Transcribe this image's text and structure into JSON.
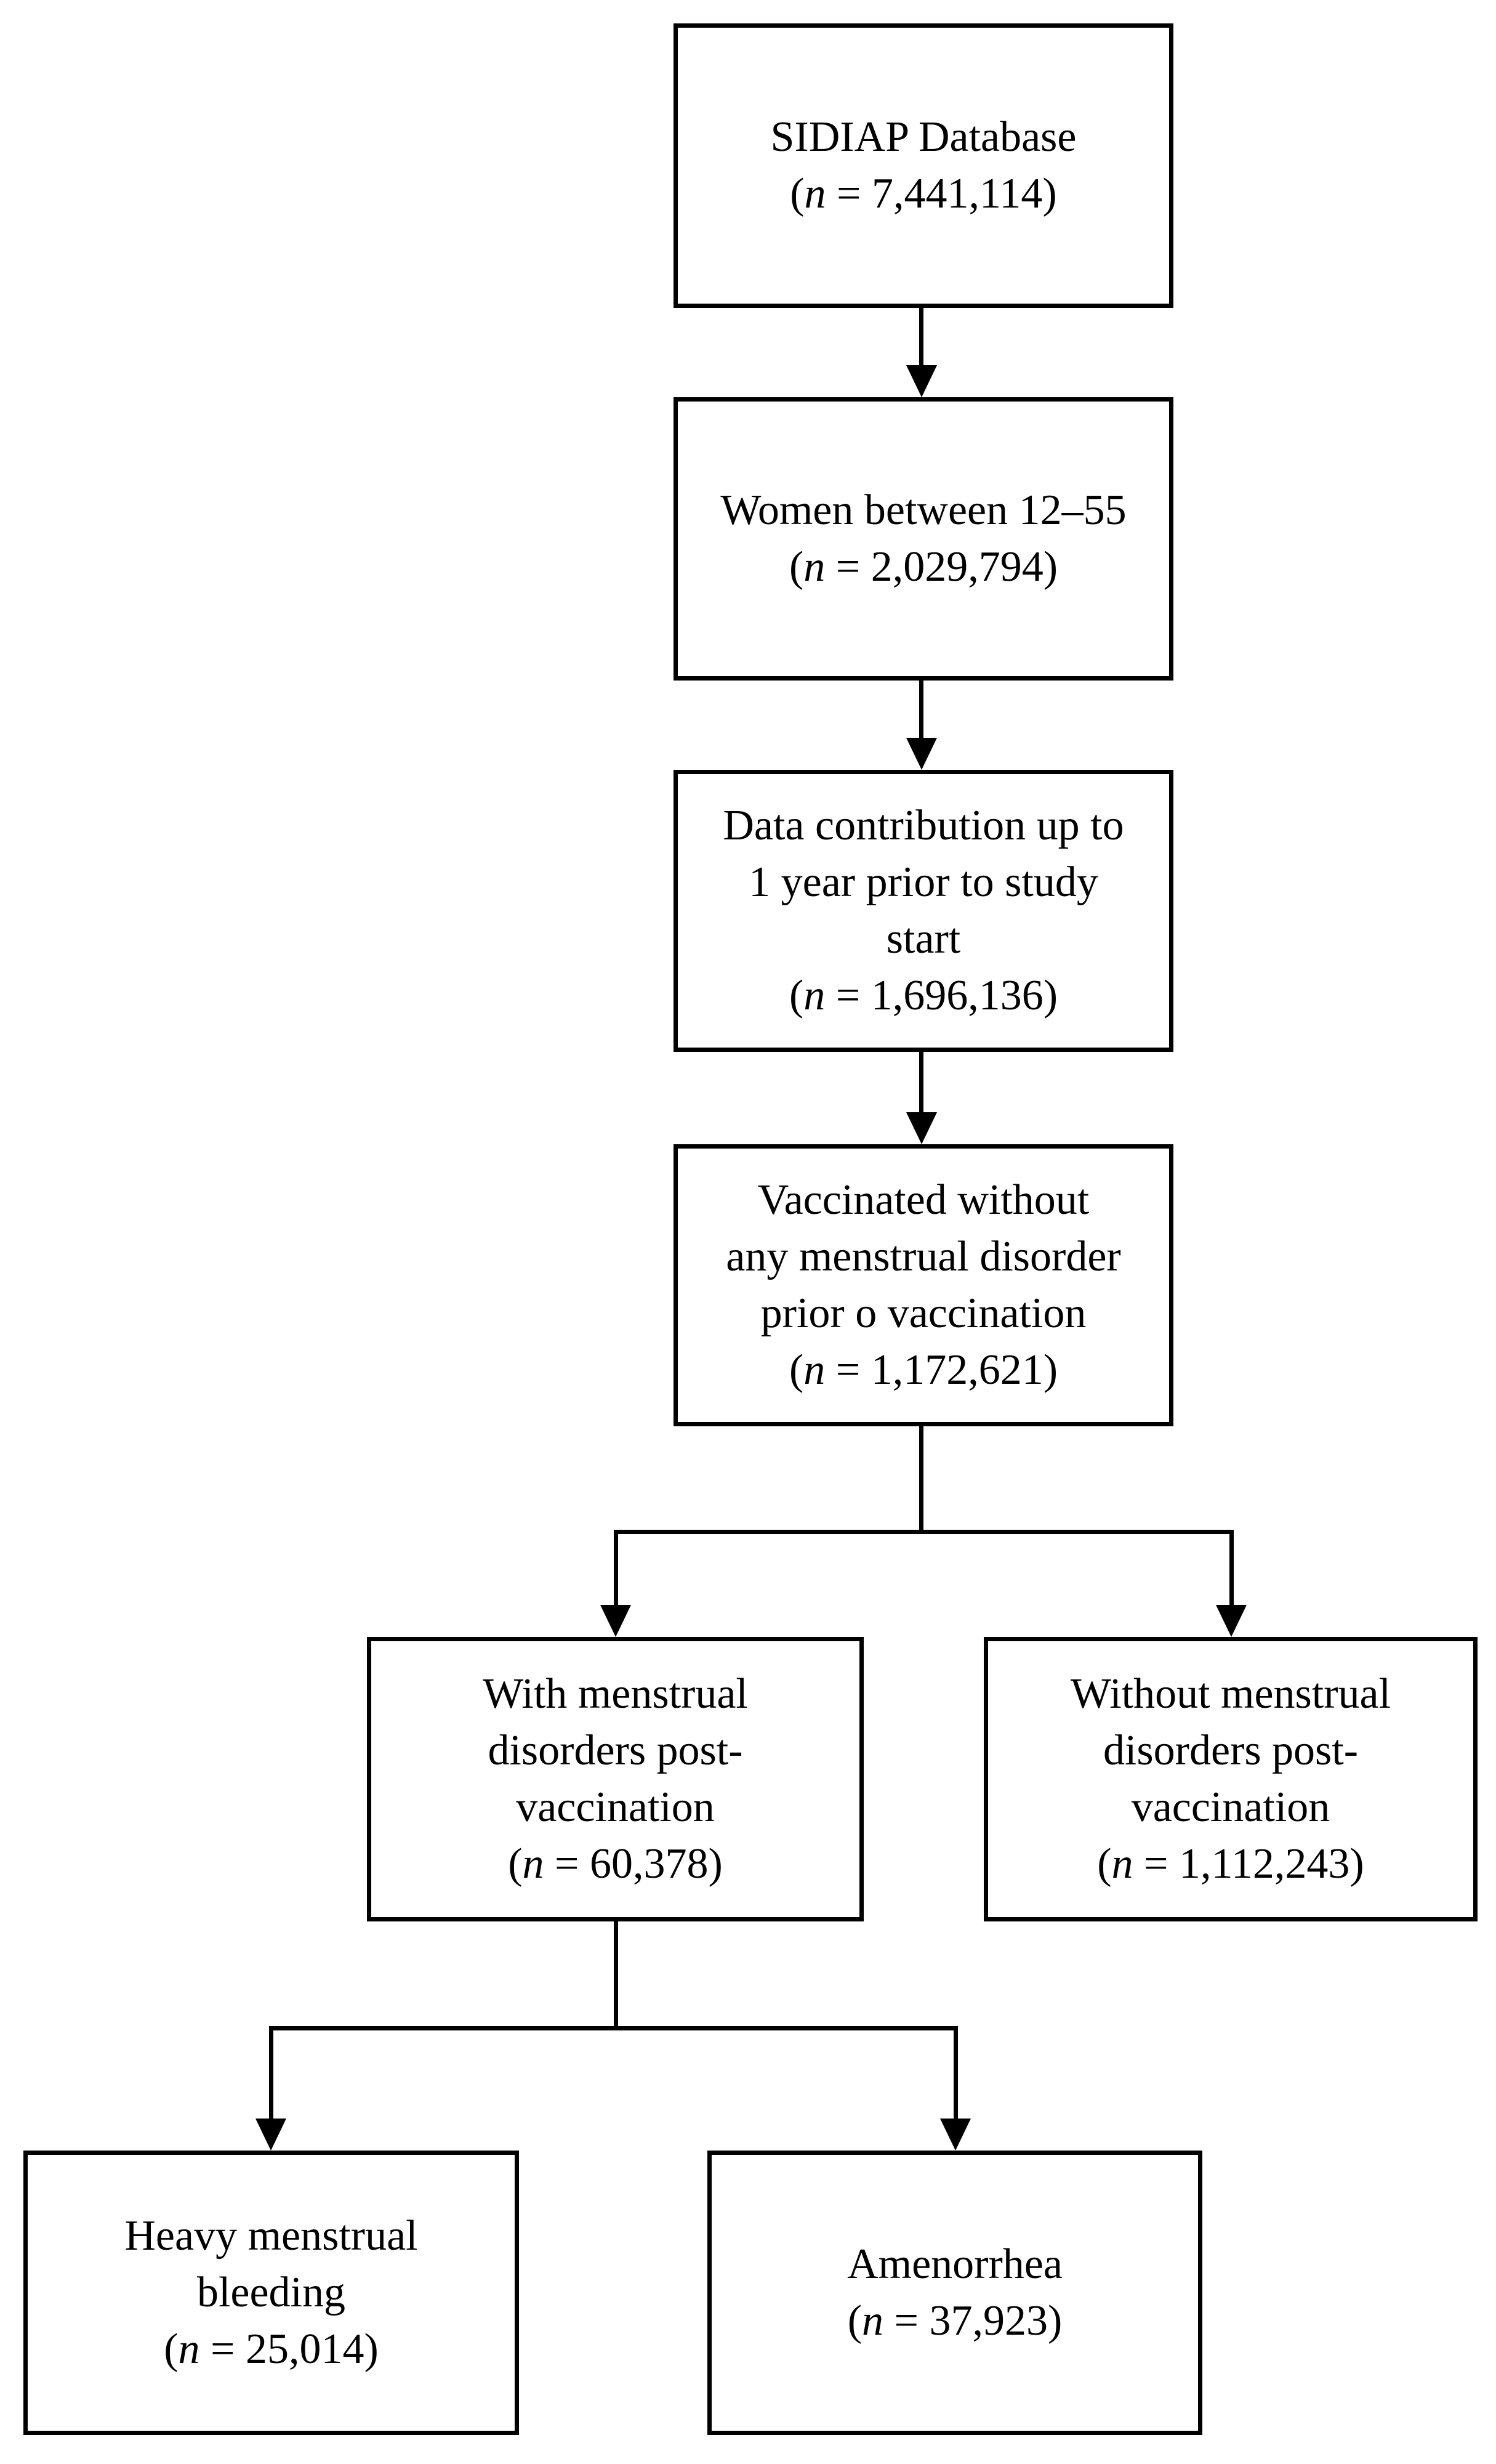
{
  "colors": {
    "background": "#ffffff",
    "box_border": "#000000",
    "text": "#000000",
    "connector": "#000000"
  },
  "boxes": {
    "sidiap": {
      "line1": "SIDIAP Database",
      "count_open": "(",
      "count_n": "n",
      "count_rest": " = 7,441,114)"
    },
    "women": {
      "line1": "Women between 12–55",
      "count_open": "(",
      "count_n": "n",
      "count_rest": " = 2,029,794)"
    },
    "datacontrib": {
      "line1": "Data contribution up to",
      "line2": "1 year prior to study",
      "line3": "start",
      "count_open": "(",
      "count_n": "n",
      "count_rest": " = 1,696,136)"
    },
    "vaccinated": {
      "line1": "Vaccinated without",
      "line2": "any menstrual disorder",
      "line3": "prior o vaccination",
      "count_open": "(",
      "count_n": "n",
      "count_rest": " = 1,172,621)"
    },
    "with_disorders": {
      "line1": "With menstrual",
      "line2": "disorders post-",
      "line3": "vaccination",
      "count_open": "(",
      "count_n": "n",
      "count_rest": " = 60,378)"
    },
    "without_disorders": {
      "line1": "Without menstrual",
      "line2": "disorders post-",
      "line3": "vaccination",
      "count_open": "(",
      "count_n": "n",
      "count_rest": " = 1,112,243)"
    },
    "heavy_bleeding": {
      "line1": "Heavy menstrual",
      "line2": "bleeding",
      "count_open": "(",
      "count_n": "n",
      "count_rest": " = 25,014)"
    },
    "amenorrhea": {
      "line1": "Amenorrhea",
      "count_open": "(",
      "count_n": "n",
      "count_rest": " = 37,923)"
    }
  },
  "edges": [
    {
      "from": "sidiap",
      "to": "women"
    },
    {
      "from": "women",
      "to": "datacontrib"
    },
    {
      "from": "datacontrib",
      "to": "vaccinated"
    },
    {
      "from": "vaccinated",
      "to": "with_disorders"
    },
    {
      "from": "vaccinated",
      "to": "without_disorders"
    },
    {
      "from": "with_disorders",
      "to": "heavy_bleeding"
    },
    {
      "from": "with_disorders",
      "to": "amenorrhea"
    }
  ]
}
